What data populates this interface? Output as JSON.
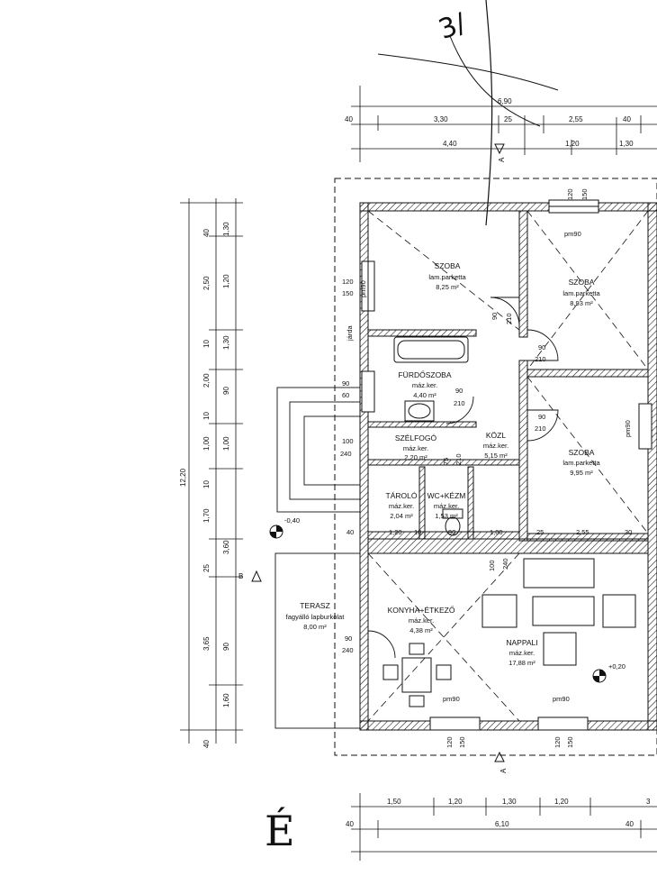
{
  "rooms": [
    {
      "name": "SZOBA",
      "floor": "lam.parketta",
      "area": "8,25 m²"
    },
    {
      "name": "SZOBA",
      "floor": "lam.parketta",
      "area": "8,93 m²"
    },
    {
      "name": "FÜRDŐSZOBA",
      "floor": "máz.ker.",
      "area": "4,40 m²"
    },
    {
      "name": "SZÉLFOGÓ",
      "floor": "máz.ker.",
      "area": "2,20 m²"
    },
    {
      "name": "KÖZL",
      "floor": "máz.ker.",
      "area": "5,15 m²"
    },
    {
      "name": "SZOBA",
      "floor": "lam.parketta",
      "area": "9,95 m²"
    },
    {
      "name": "TÁROLÓ",
      "floor": "máz.ker.",
      "area": "2,04 m²"
    },
    {
      "name": "WC+KÉZM",
      "floor": "máz.ker.",
      "area": "1,53 m²"
    },
    {
      "name": "TERASZ",
      "floor": "fagyálló lapburkolat",
      "area": "8,00 m²"
    },
    {
      "name": "KONYHA+ÉTKEZŐ",
      "floor": "máz.ker.",
      "area": "4,38 m²"
    },
    {
      "name": "NAPPALI",
      "floor": "máz.ker.",
      "area": "17,88 m²"
    }
  ],
  "top_dimensions": {
    "row1": [
      "6,90"
    ],
    "row2": [
      "40",
      "3,30",
      "25",
      "2,55",
      "40"
    ],
    "row3": [
      "4,40",
      "1,20",
      "1,30"
    ]
  },
  "bottom_dimensions": {
    "row1": [
      "1,50",
      "1,20",
      "1,30",
      "1,20",
      "3"
    ],
    "row2": [
      "40",
      "6,10",
      "40"
    ]
  },
  "left_dimensions": {
    "outer": "12,20",
    "middle": [
      "40",
      "2,50",
      "10",
      "2,00",
      "10",
      "1,00",
      "10",
      "1,70",
      "25",
      "3,65",
      "40"
    ],
    "inner": [
      "1,30",
      "1,20",
      "1,30",
      "90",
      "1,00",
      "3,60",
      "90",
      "1,60"
    ]
  },
  "window_labels": {
    "top_room": [
      "120",
      "150",
      "pm90"
    ],
    "left_room": [
      "120",
      "150",
      "pm90"
    ],
    "bath": [
      "90",
      "60"
    ],
    "terrace": [
      "90",
      "240"
    ],
    "bottom_left": [
      "120",
      "150",
      "pm90"
    ],
    "bottom_right": [
      "120",
      "150",
      "pm90"
    ],
    "entry": [
      "100",
      "240"
    ],
    "right_room": "pm90"
  },
  "door_labels": [
    "90",
    "210",
    "90",
    "210",
    "90",
    "210",
    "90",
    "210",
    "75",
    "210",
    "100",
    "240",
    "90",
    "210",
    "90",
    "210",
    "60",
    "90"
  ],
  "interior_dims": [
    "40",
    "1,20",
    "10",
    "90",
    "1,00",
    "25",
    "2,55",
    "30",
    "1,00"
  ],
  "misc_labels": {
    "jarda": "járda",
    "level_low": "-0,40",
    "level_high": "+0,20",
    "section_a": "A",
    "section_b": "B"
  },
  "north": "É",
  "sheet_mark": "3/"
}
